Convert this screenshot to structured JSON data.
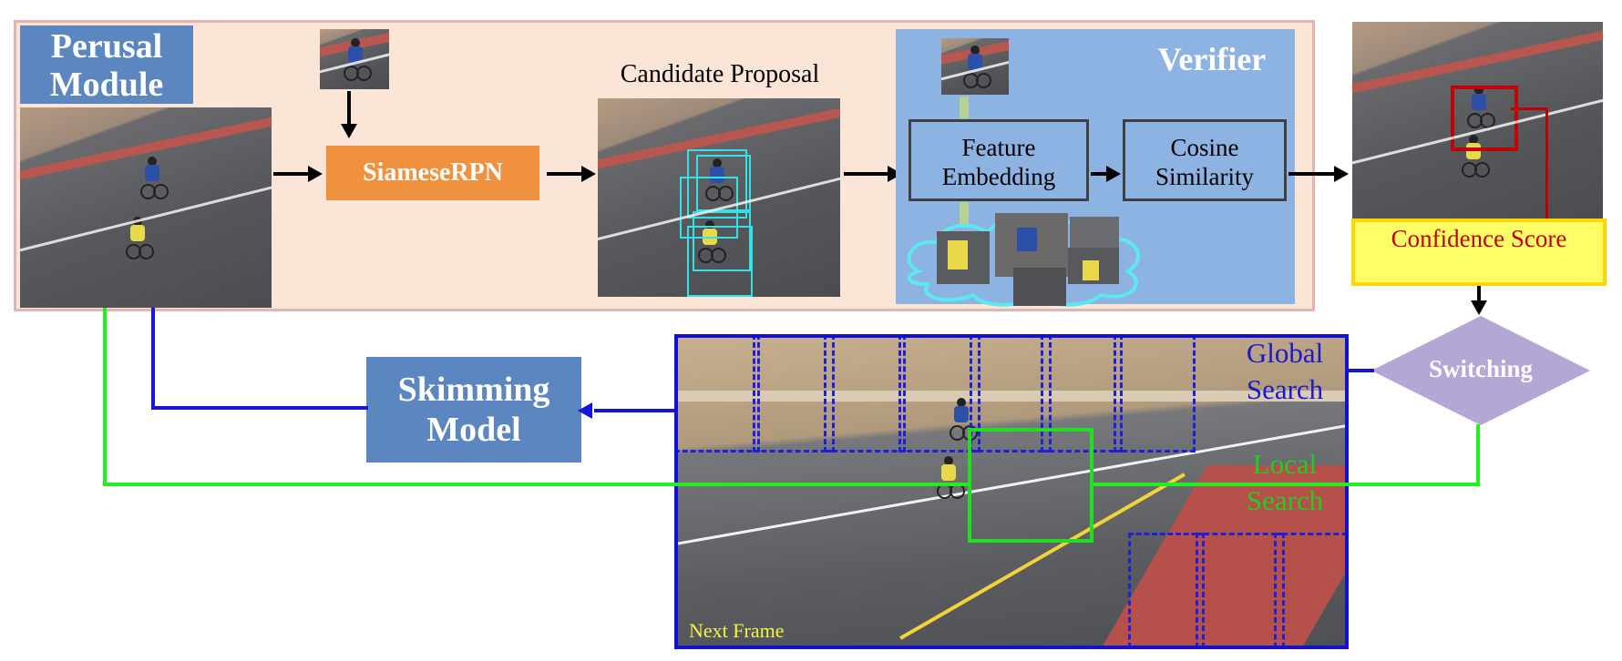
{
  "perusal_module": {
    "title": "Perusal Module"
  },
  "siamese_rpn": {
    "label": "SiameseRPN"
  },
  "candidate_proposal": {
    "title": "Candidate Proposal"
  },
  "verifier": {
    "title": "Verifier",
    "feature_embedding": "Feature Embedding",
    "cosine_similarity": "Cosine Similarity"
  },
  "confidence_score": {
    "label": "Confidence Score"
  },
  "switching": {
    "label": "Switching"
  },
  "skimming_model": {
    "title": "Skimming Model"
  },
  "next_frame": {
    "label": "Next Frame",
    "global_search": "Global Search",
    "local_search": "Local Search"
  },
  "colors": {
    "module_bg": "#fbe5d6",
    "label_blue": "#5b86c0",
    "siamese_orange": "#f0913f",
    "verifier_bg": "#8db3e2",
    "global_blue": "#1515d5",
    "local_green": "#22ee22",
    "switching_purple": "#b4a7d6",
    "confidence_yellow": "#ffff66"
  }
}
